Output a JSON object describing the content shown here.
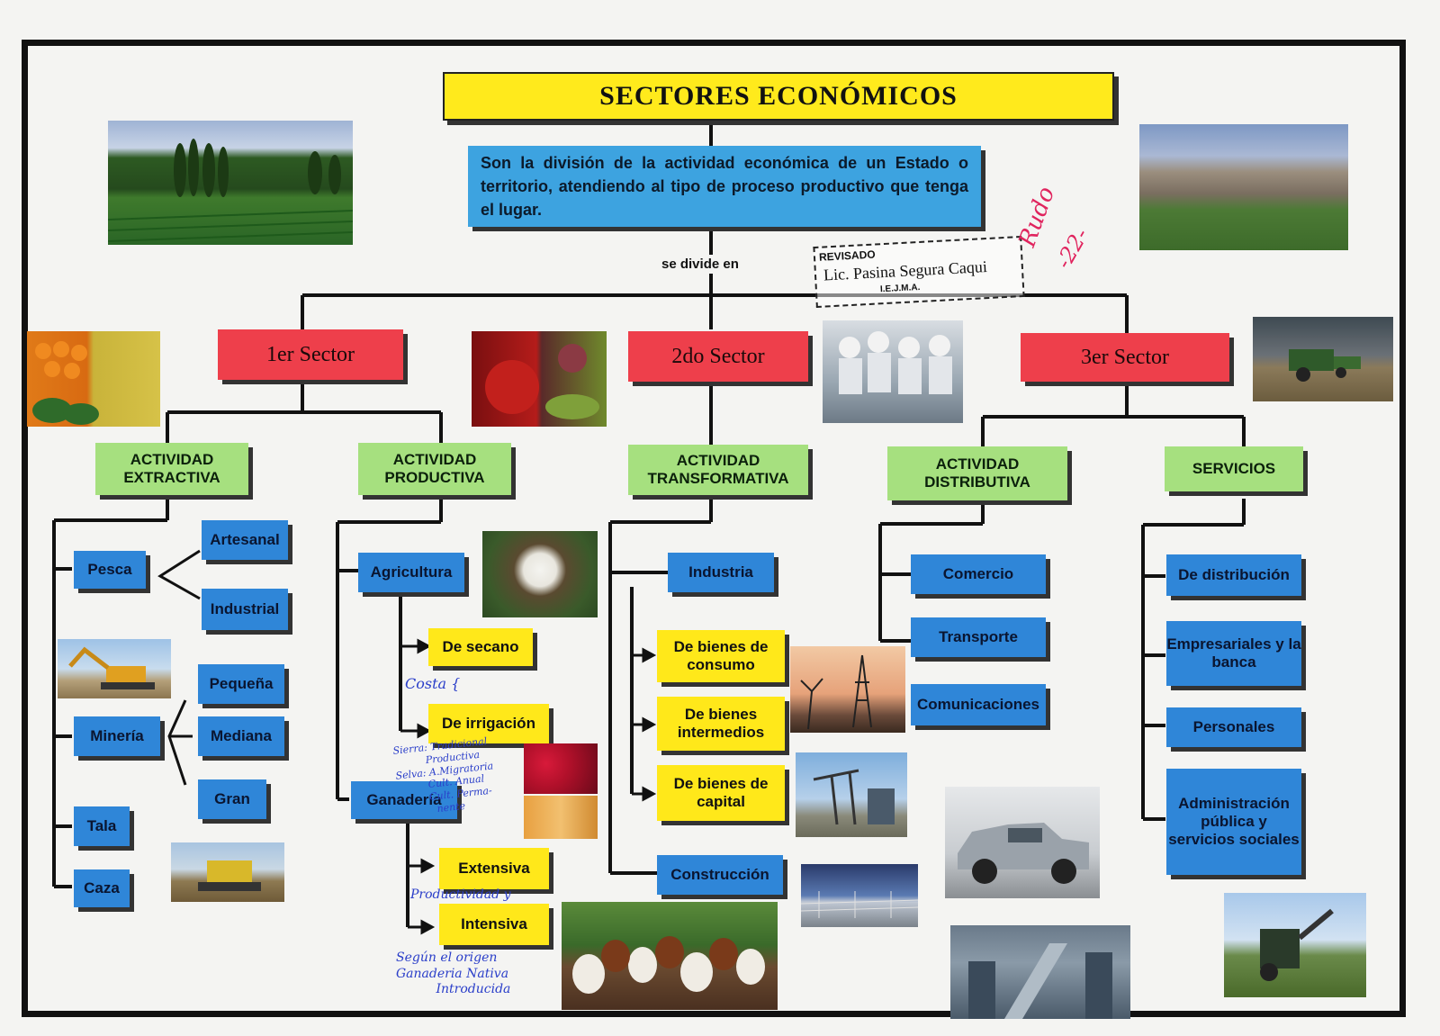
{
  "title": "SECTORES ECONÓMICOS",
  "definition": "Son la división de la actividad económica de un Estado o territorio, atendiendo al tipo de proceso productivo que tenga el lugar.",
  "connector": "se divide en",
  "sectors": {
    "s1": "1er Sector",
    "s2": "2do Sector",
    "s3": "3er Sector"
  },
  "activities": {
    "extractiva": "ACTIVIDAD EXTRACTIVA",
    "productiva": "ACTIVIDAD PRODUCTIVA",
    "transformativa": "ACTIVIDAD TRANSFORMATIVA",
    "distributiva": "ACTIVIDAD DISTRIBUTIVA",
    "servicios": "SERVICIOS"
  },
  "extractiva": {
    "pesca": "Pesca",
    "artesanal": "Artesanal",
    "industrial": "Industrial",
    "mineria": "Minería",
    "pequena": "Pequeña",
    "mediana": "Mediana",
    "gran": "Gran",
    "tala": "Tala",
    "caza": "Caza"
  },
  "productiva": {
    "agricultura": "Agricultura",
    "secano": "De secano",
    "irrigacion": "De irrigación",
    "ganaderia": "Ganadería",
    "extensiva": "Extensiva",
    "intensiva": "Intensiva"
  },
  "transformativa": {
    "industria": "Industria",
    "consumo": "De bienes de consumo",
    "intermedios": "De bienes intermedios",
    "capital": "De bienes de capital",
    "construccion": "Construcción"
  },
  "distributiva": {
    "comercio": "Comercio",
    "transporte": "Transporte",
    "comunicaciones": "Comunicaciones"
  },
  "servicios": {
    "distribucion": "De distribución",
    "empresariales": "Empresariales y la banca",
    "personales": "Personales",
    "administracion": "Administración pública y servicios sociales"
  },
  "handwritten": {
    "costa": "Costa {",
    "sierra": "Sierra: Tradicional\n          Productiva\nSelva: A.Migratoria\n          Cult. Anual\n          Cult. Perma-\n            nente",
    "productividad": "Productividad y",
    "origen": "Según el origen\nGanaderia Nativa\n          Introducida"
  },
  "stamp": {
    "line1": "REVISADO",
    "line2": "Lic. Pasina Segura Caqui",
    "line3": "I.E.J.M.A."
  },
  "grade": {
    "text": "Rudo",
    "score": "-22-"
  },
  "colors": {
    "title": "#ffea1c",
    "sector": "#ee3f4b",
    "activity": "#a6e07f",
    "item": "#2f86d8",
    "subitem": "#ffe81a"
  }
}
